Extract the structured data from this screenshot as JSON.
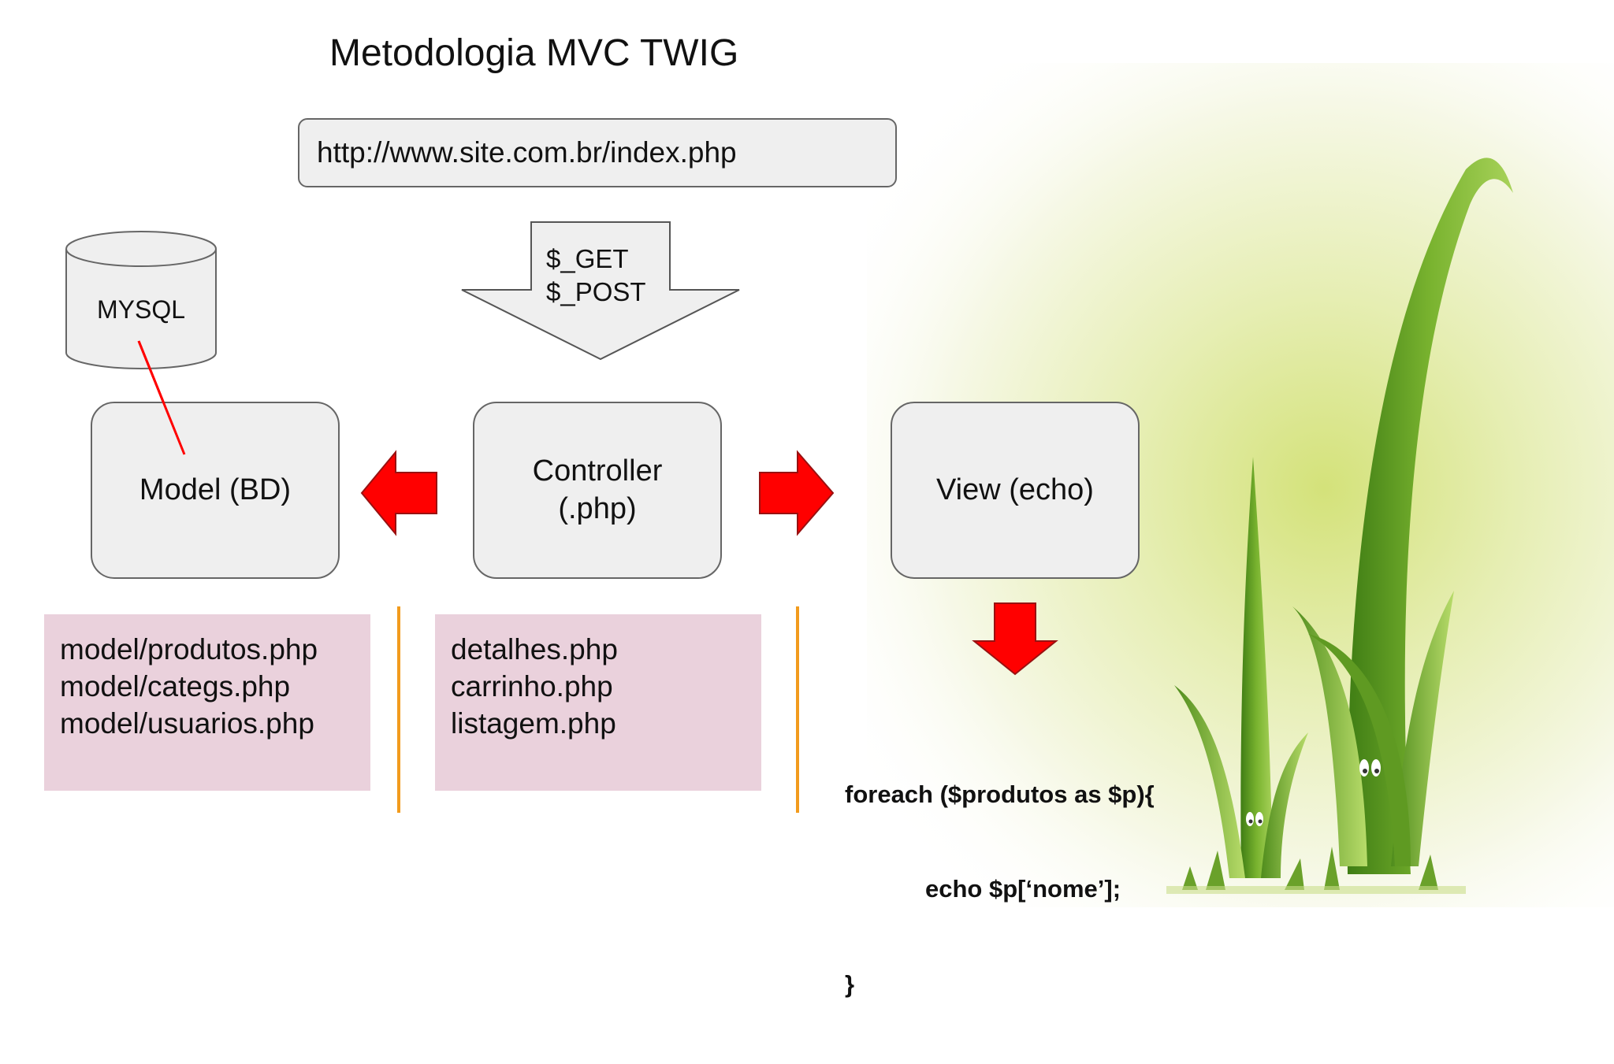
{
  "title": "Metodologia MVC TWIG",
  "url": "http://www.site.com.br/index.php",
  "request_arrow": {
    "lines": [
      "$_GET",
      "$_POST"
    ]
  },
  "database": {
    "label": "MYSQL"
  },
  "nodes": {
    "model": "Model (BD)",
    "controller": {
      "line1": "Controller",
      "line2": "(.php)"
    },
    "view": "View (echo)"
  },
  "model_files": [
    "model/produtos.php",
    "model/categs.php",
    "model/usuarios.php"
  ],
  "controller_files": [
    "detalhes.php",
    "carrinho.php",
    "listagem.php"
  ],
  "view_code": [
    "foreach ($produtos as $p){",
    "echo $p[‘nome’];",
    "}"
  ],
  "colors": {
    "box_fill": "#efefef",
    "box_border": "#666666",
    "arrow_red": "#ff0000",
    "file_box_fill": "#ead1dc",
    "divider_orange": "#f29b1d",
    "db_link_red": "#ff0000",
    "grass_green": "#6aa12a"
  },
  "decoration": {
    "illustration": "grass-blades-with-eyes"
  }
}
